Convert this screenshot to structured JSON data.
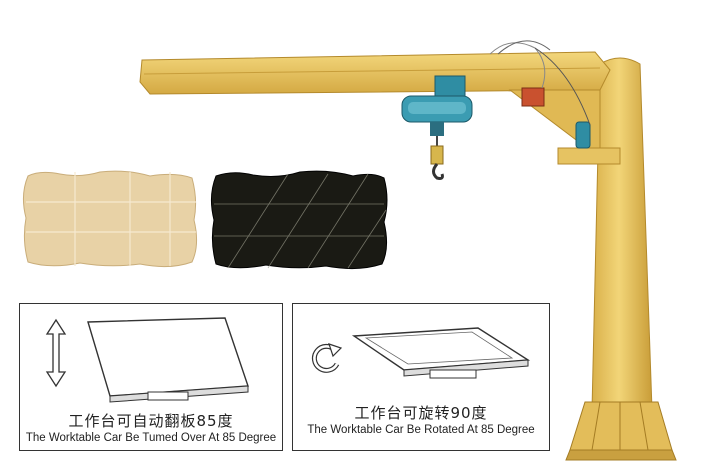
{
  "panels": [
    {
      "caption_cn": "工作台可自动翻板85度",
      "caption_en": "The Worktable Car Be Tumed Over At 85 Degree"
    },
    {
      "caption_cn": "工作台可旋转90度",
      "caption_en": "The Worktable Car Be Rotated At 85 Degree"
    }
  ],
  "colors": {
    "crane_yellow": "#ecc85e",
    "hoist_teal": "#2f8da3",
    "control_red": "#c9512f",
    "sample_beige": "#e8d2a6",
    "sample_black": "#1a1a14"
  }
}
